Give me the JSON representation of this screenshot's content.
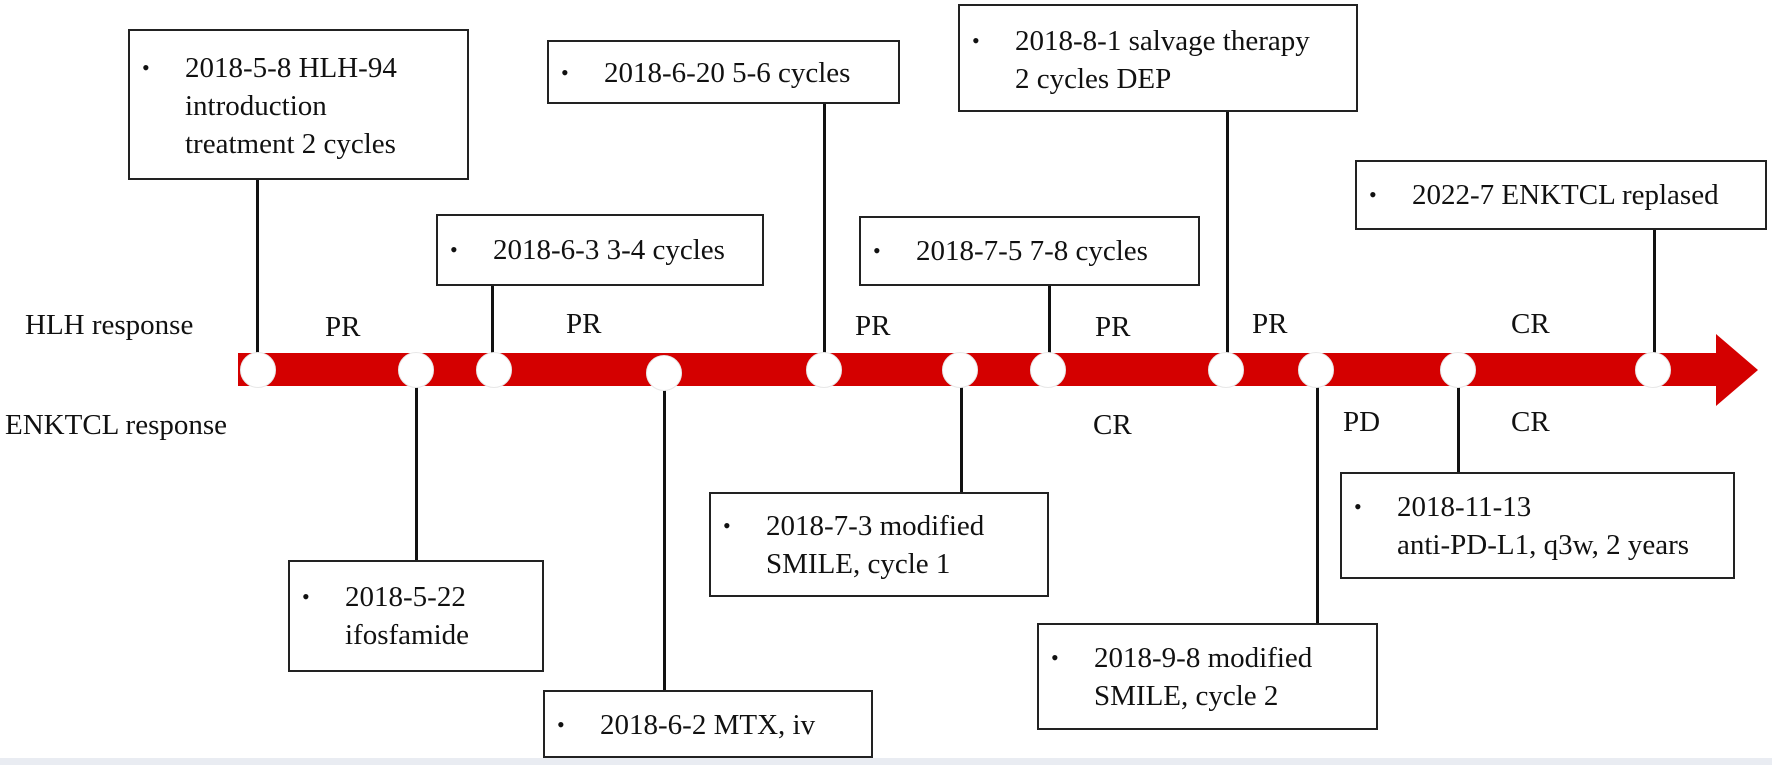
{
  "row_labels": {
    "hlh": "HLH response",
    "enktcl": "ENKTCL response"
  },
  "hlh_states": [
    "PR",
    "PR",
    "PR",
    "PR",
    "PR",
    "CR"
  ],
  "enktcl_states": [
    "CR",
    "PD",
    "CR"
  ],
  "events_above": [
    {
      "lines": [
        "2018-5-8 HLH-94",
        "introduction",
        "treatment 2 cycles"
      ]
    },
    {
      "lines": [
        "2018-6-3 3-4 cycles"
      ]
    },
    {
      "lines": [
        "2018-6-20 5-6 cycles"
      ]
    },
    {
      "lines": [
        "2018-7-5 7-8 cycles"
      ]
    },
    {
      "lines": [
        "2018-8-1 salvage therapy",
        "2 cycles DEP"
      ]
    },
    {
      "lines": [
        "2022-7 ENKTCL replased"
      ]
    }
  ],
  "events_below": [
    {
      "lines": [
        "2018-5-22",
        "ifosfamide"
      ]
    },
    {
      "lines": [
        "2018-6-2 MTX, iv"
      ]
    },
    {
      "lines": [
        "2018-7-3 modified",
        "SMILE, cycle 1"
      ]
    },
    {
      "lines": [
        "2018-9-8 modified",
        "SMILE, cycle 2"
      ]
    },
    {
      "lines": [
        "2018-11-13",
        "anti-PD-L1, q3w, 2 years"
      ]
    }
  ],
  "colors": {
    "timeline": "#d40000",
    "marker": "#ffffff",
    "text": "#111111"
  }
}
